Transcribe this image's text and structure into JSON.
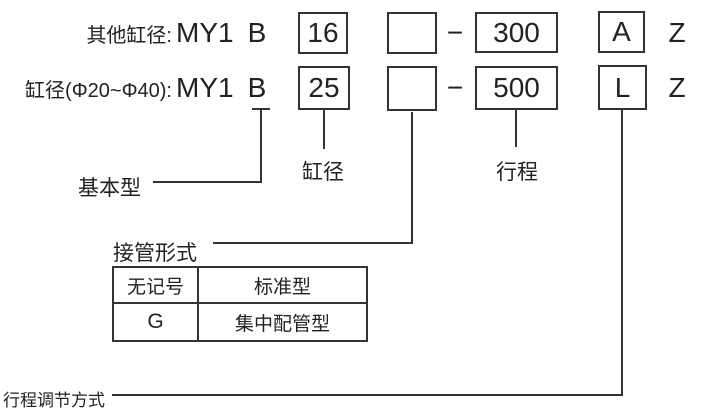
{
  "colors": {
    "line": "#37312e",
    "text": "#242120",
    "background": "#ffffff"
  },
  "code_rows": [
    {
      "label": "其他缸径:",
      "model": "MY1",
      "series": "B",
      "bore": "16",
      "piping": "",
      "separator": "−",
      "stroke": "300",
      "adjuster": "A",
      "suffix": "Z"
    },
    {
      "label": "缸径(Φ20~Φ40):",
      "model": "MY1",
      "series": "B",
      "bore": "25",
      "piping": "",
      "separator": "−",
      "stroke": "500",
      "adjuster": "L",
      "suffix": "Z"
    }
  ],
  "callouts": {
    "basic_type": "基本型",
    "bore": "缸径",
    "stroke": "行程",
    "piping_type": "接管形式",
    "stroke_adjustment": "行程调节方式"
  },
  "piping_table": {
    "rows": [
      {
        "code": "无记号",
        "description": "标准型"
      },
      {
        "code": "G",
        "description": "集中配管型"
      }
    ]
  }
}
